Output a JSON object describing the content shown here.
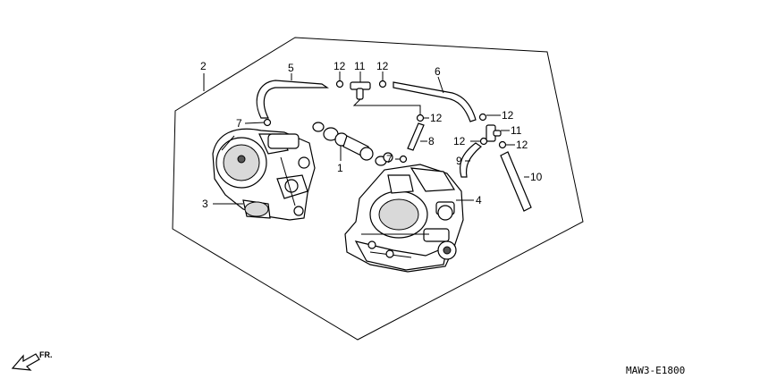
{
  "callouts": {
    "c1": "1",
    "c2": "2",
    "c3": "3",
    "c4": "4",
    "c5": "5",
    "c6": "6",
    "c7a": "7",
    "c7b": "7",
    "c8": "8",
    "c9": "9",
    "c10": "10",
    "c11a": "11",
    "c11b": "11",
    "c12a": "12",
    "c12b": "12",
    "c12c": "12",
    "c12d": "12",
    "c12e": "12",
    "c12f": "12"
  },
  "diagram_code": "MAW3-E1800",
  "front_label": "FR."
}
